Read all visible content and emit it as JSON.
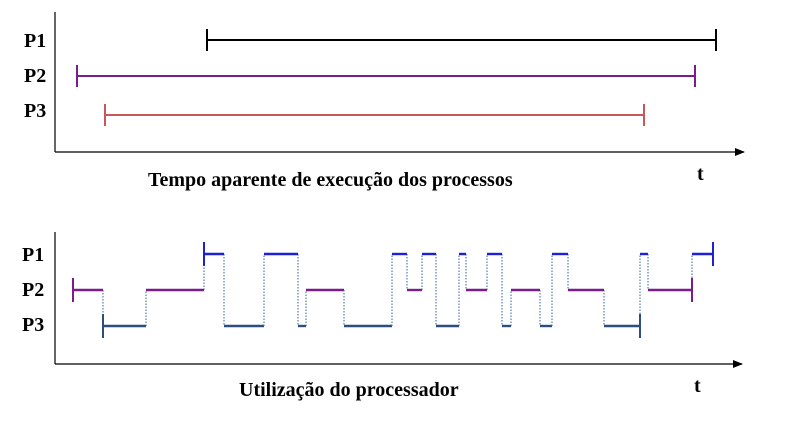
{
  "colors": {
    "P1_top": "#000000",
    "P1": "#1f1fd6",
    "P2": "#7a1d8c",
    "P3_top": "#c9575a",
    "P3": "#2e4f7a",
    "axis": "#000000",
    "switch": "#5d86c4"
  },
  "top": {
    "labels": [
      "P1",
      "P2",
      "P3"
    ],
    "caption": "Tempo aparente de execução dos processos",
    "axis_label": "t",
    "intervals": [
      {
        "process": "P1",
        "start": 207,
        "end": 716
      },
      {
        "process": "P2",
        "start": 77,
        "end": 695
      },
      {
        "process": "P3",
        "start": 105,
        "end": 644
      }
    ]
  },
  "bottom": {
    "labels": [
      "P1",
      "P2",
      "P3"
    ],
    "caption": "Utilização do processador",
    "axis_label": "t",
    "segments": [
      {
        "process": "P2",
        "start": 73,
        "end": 103
      },
      {
        "process": "P3",
        "start": 103,
        "end": 146
      },
      {
        "process": "P2",
        "start": 146,
        "end": 204
      },
      {
        "process": "P1",
        "start": 204,
        "end": 224
      },
      {
        "process": "P3",
        "start": 224,
        "end": 264
      },
      {
        "process": "P1",
        "start": 264,
        "end": 298
      },
      {
        "process": "P3",
        "start": 298,
        "end": 306
      },
      {
        "process": "P2",
        "start": 306,
        "end": 344
      },
      {
        "process": "P3",
        "start": 344,
        "end": 392
      },
      {
        "process": "P1",
        "start": 392,
        "end": 407
      },
      {
        "process": "P2",
        "start": 407,
        "end": 422
      },
      {
        "process": "P1",
        "start": 422,
        "end": 436
      },
      {
        "process": "P3",
        "start": 436,
        "end": 459
      },
      {
        "process": "P1",
        "start": 459,
        "end": 466
      },
      {
        "process": "P2",
        "start": 466,
        "end": 487
      },
      {
        "process": "P1",
        "start": 487,
        "end": 502
      },
      {
        "process": "P3",
        "start": 502,
        "end": 511
      },
      {
        "process": "P2",
        "start": 511,
        "end": 540
      },
      {
        "process": "P3",
        "start": 540,
        "end": 552
      },
      {
        "process": "P1",
        "start": 552,
        "end": 568
      },
      {
        "process": "P2",
        "start": 568,
        "end": 604
      },
      {
        "process": "P3",
        "start": 604,
        "end": 640
      },
      {
        "process": "P1",
        "start": 640,
        "end": 648
      },
      {
        "process": "P2",
        "start": 648,
        "end": 692
      },
      {
        "process": "P1",
        "start": 692,
        "end": 713
      }
    ]
  }
}
